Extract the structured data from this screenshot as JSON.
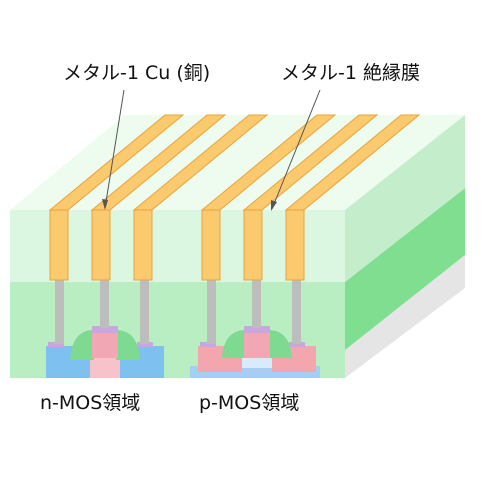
{
  "labels": {
    "metal_cu": "メタル-1 Cu (銅)",
    "metal_insulator": "メタル-1 絶縁膜",
    "nmos_region": "n-MOS領域",
    "pmos_region": "p-MOS領域"
  },
  "colors": {
    "insulator_front": "#dcf7e1",
    "insulator_top": "#eefbef",
    "insulator_side": "#c4edcb",
    "lower_dielectric_front": "#b9edc2",
    "lower_dielectric_side": "#80de90",
    "copper_fill": "#fbc96e",
    "copper_stroke": "#e9a43b",
    "via": "#bdbdbd",
    "substrate_side": "#e5e5e5",
    "nmos_sd": "#7ec0ef",
    "pmos_sd": "#f4a6ae",
    "gate": "#f2a7b4",
    "gate_cap": "#c9a6df",
    "spacer": "#7ed991",
    "pmos_well": "#a8cdf4"
  }
}
